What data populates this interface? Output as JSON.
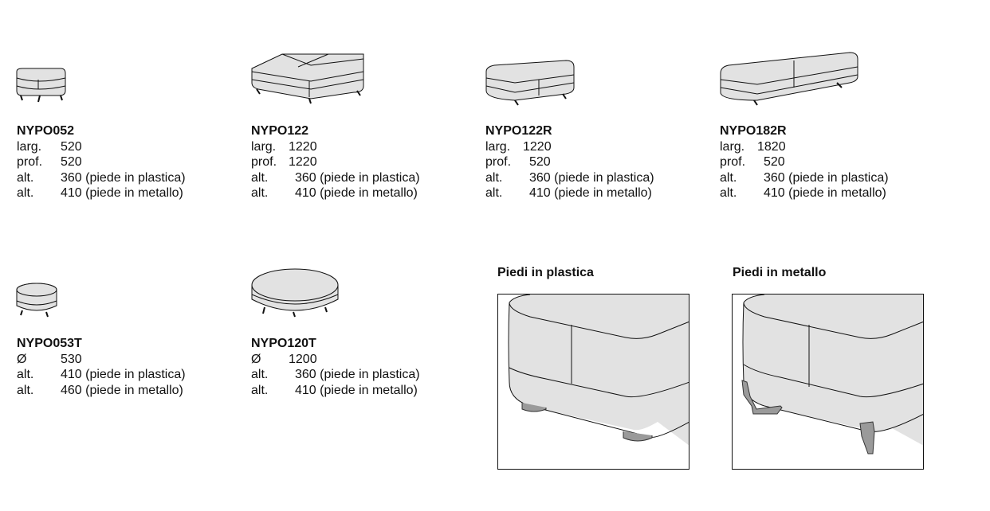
{
  "products": [
    {
      "code": "NYPO052",
      "rows": [
        {
          "label": "larg.",
          "value": "520"
        },
        {
          "label": "prof.",
          "value": "520"
        },
        {
          "label": "alt.",
          "value": "360 (piede in plastica)"
        },
        {
          "label": "alt.",
          "value": "410 (piede in metallo)"
        }
      ]
    },
    {
      "code": "NYPO122",
      "rows": [
        {
          "label": "larg.",
          "value": "1220"
        },
        {
          "label": "prof.",
          "value": "1220"
        },
        {
          "label": "alt.",
          "value": "360 (piede in plastica)"
        },
        {
          "label": "alt.",
          "value": "410 (piede in metallo)"
        }
      ]
    },
    {
      "code": "NYPO122R",
      "rows": [
        {
          "label": "larg.",
          "value": "1220"
        },
        {
          "label": "prof.",
          "value": "520"
        },
        {
          "label": "alt.",
          "value": "360 (piede in plastica)"
        },
        {
          "label": "alt.",
          "value": "410 (piede in metallo)"
        }
      ]
    },
    {
      "code": "NYPO182R",
      "rows": [
        {
          "label": "larg.",
          "value": "1820"
        },
        {
          "label": "prof.",
          "value": "520"
        },
        {
          "label": "alt.",
          "value": "360 (piede in plastica)"
        },
        {
          "label": "alt.",
          "value": "410 (piede in metallo)"
        }
      ]
    },
    {
      "code": "NYPO053T",
      "rows": [
        {
          "label": "Ø",
          "value": "530"
        },
        {
          "label": "alt.",
          "value": "410 (piede in plastica)"
        },
        {
          "label": "alt.",
          "value": "460 (piede in metallo)"
        }
      ]
    },
    {
      "code": "NYPO120T",
      "rows": [
        {
          "label": "Ø",
          "value": "1200"
        },
        {
          "label": "alt.",
          "value": "360 (piede in plastica)"
        },
        {
          "label": "alt.",
          "value": "410 (piede in metallo)"
        }
      ]
    }
  ],
  "details": {
    "plastic_caption": "Piedi in plastica",
    "metal_caption": "Piedi in metallo"
  },
  "colors": {
    "fill": "#e2e2e2",
    "stroke": "#111111",
    "leg": "#9a9a9a"
  }
}
